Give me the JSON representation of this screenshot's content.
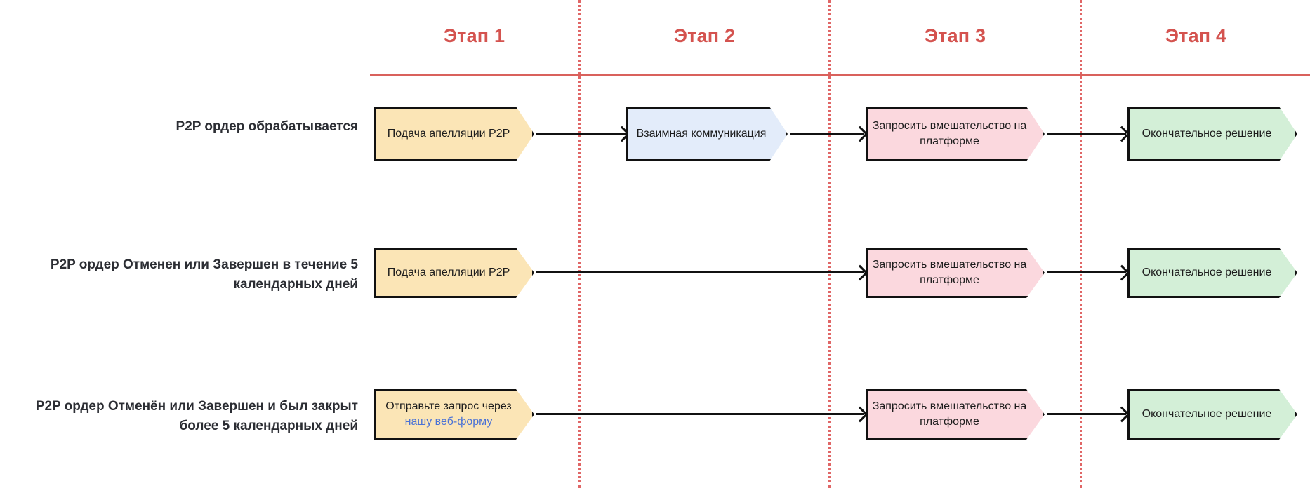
{
  "diagram": {
    "title_color": "#d4534f",
    "divider_color": "#e06666",
    "link_color": "#4a72d6",
    "stages": [
      {
        "label": "Этап 1"
      },
      {
        "label": "Этап 2"
      },
      {
        "label": "Этап 3"
      },
      {
        "label": "Этап 4"
      }
    ],
    "rows": [
      {
        "label": "P2P ордер обрабатывается",
        "nodes": [
          {
            "stage": 1,
            "text": "Подача апелляции P2P",
            "color": "yellow"
          },
          {
            "stage": 2,
            "text": "Взаимная коммуникация",
            "color": "blue"
          },
          {
            "stage": 3,
            "text": "Запросить вмешательство на платформе",
            "color": "pink"
          },
          {
            "stage": 4,
            "text": "Окончательное решение",
            "color": "green"
          }
        ]
      },
      {
        "label": "P2P ордер Отменен или Завершен в течение 5 календарных дней",
        "nodes": [
          {
            "stage": 1,
            "text": "Подача апелляции P2P",
            "color": "yellow"
          },
          {
            "stage": 3,
            "text": "Запросить вмешательство на платформе",
            "color": "pink"
          },
          {
            "stage": 4,
            "text": "Окончательное решение",
            "color": "green"
          }
        ]
      },
      {
        "label": "P2P ордер Отменён или Завершен и был закрыт более 5 календарных дней",
        "nodes": [
          {
            "stage": 1,
            "text_prefix": "Отправьте запрос через ",
            "link_text": "нашу веб-форму",
            "color": "yellow"
          },
          {
            "stage": 3,
            "text": "Запросить вмешательство на платформе",
            "color": "pink"
          },
          {
            "stage": 4,
            "text": "Окончательное решение",
            "color": "green"
          }
        ]
      }
    ]
  }
}
